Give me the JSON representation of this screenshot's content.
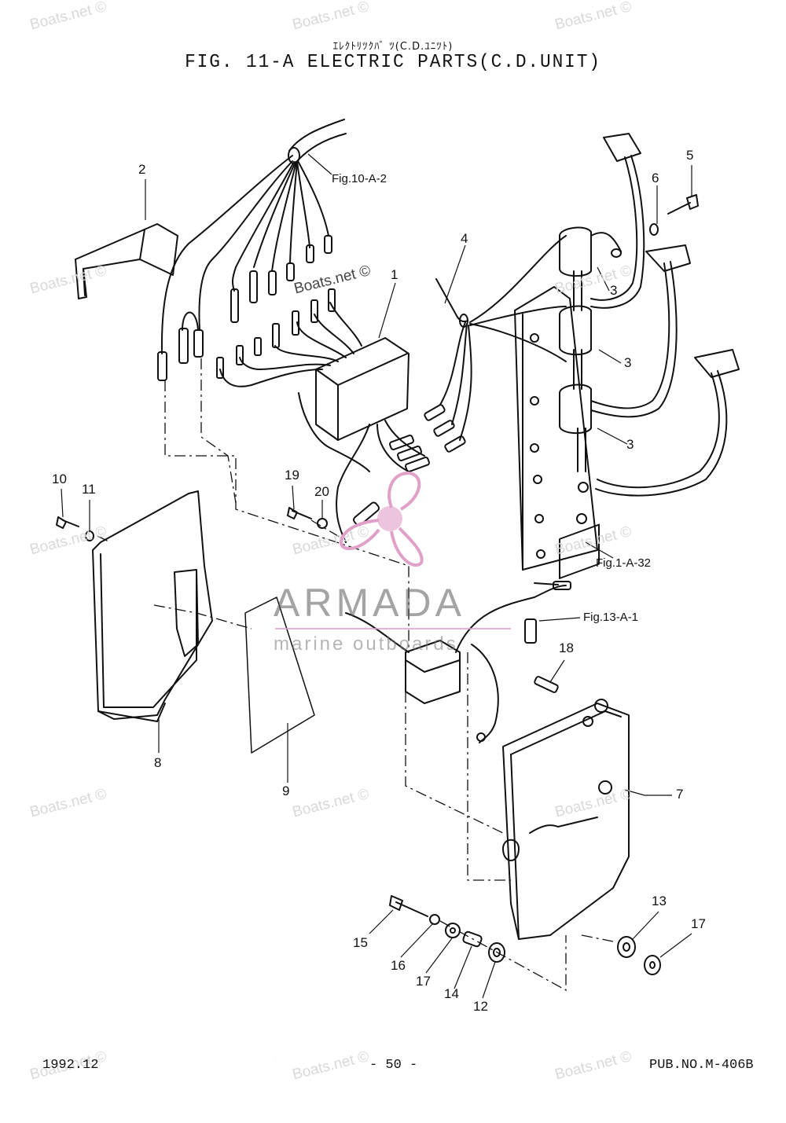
{
  "header": {
    "subtitle_jp": "ｴﾚｸﾄﾘﾂｸﾊﾞ ﾂ(C.D.ﾕﾆﾂﾄ)",
    "title": "FIG. 11-A ELECTRIC PARTS(C.D.UNIT)"
  },
  "footer": {
    "date": "1992.12",
    "page": "- 50 -",
    "pub_no": "PUB.NO.M-406B"
  },
  "references": {
    "fig_10_a_2": "Fig.10-A-2",
    "fig_1_a_32": "Fig.1-A-32",
    "fig_13_a_1": "Fig.13-A-1"
  },
  "callouts": {
    "c1": "1",
    "c2": "2",
    "c3a": "3",
    "c3b": "3",
    "c3c": "3",
    "c4": "4",
    "c5": "5",
    "c6": "6",
    "c7": "7",
    "c8": "8",
    "c9": "9",
    "c10": "10",
    "c11": "11",
    "c12": "12",
    "c13": "13",
    "c14": "14",
    "c15": "15",
    "c16": "16",
    "c17a": "17",
    "c17b": "17",
    "c18": "18",
    "c19": "19",
    "c20": "20"
  },
  "watermark": {
    "boats": "Boats.net ©",
    "brand": "ARMADA",
    "brand_sub": "marine outboards",
    "brand_color": "#e0a0c8"
  }
}
